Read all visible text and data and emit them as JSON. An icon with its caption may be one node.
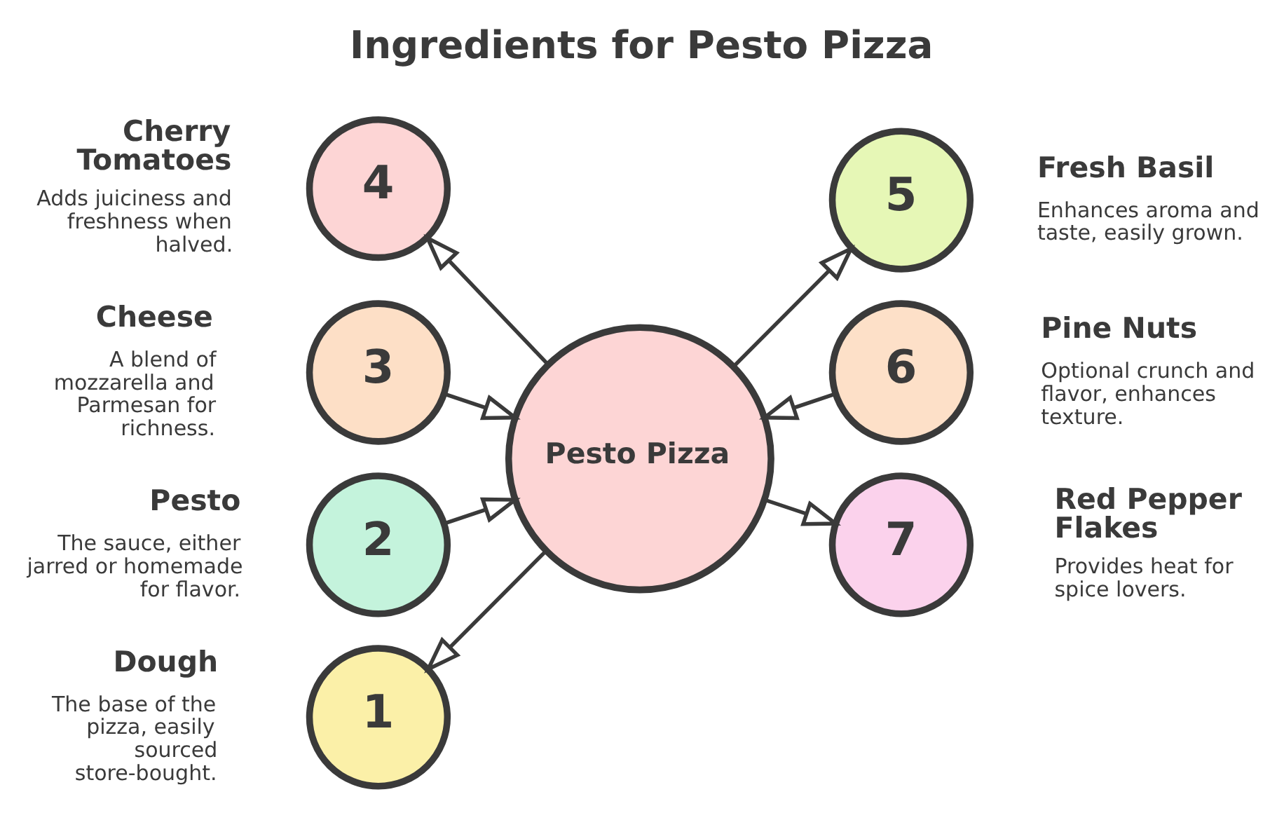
{
  "diagram": {
    "title": "Ingredients for Pesto Pizza",
    "nodes": [
      {
        "text": [
          "Pesto Pizza"
        ]
      },
      {
        "text": [
          "1"
        ],
        "beside": [
          "Dough",
          "The base of the pizza, easily sourced store-bought."
        ]
      },
      {
        "text": [
          "2"
        ],
        "beside": [
          "Pesto",
          "The sauce, either jarred or homemade for flavor."
        ]
      },
      {
        "text": [
          "3"
        ],
        "beside": [
          "Cheese",
          "A blend of mozzarella and Parmesan for richness."
        ]
      },
      {
        "text": [
          "4"
        ],
        "beside": [
          "Cherry Tomatoes",
          "Adds juiciness and freshness when halved."
        ]
      },
      {
        "text": [
          "5"
        ],
        "beside": [
          "Fresh Basil",
          "Enhances aroma and taste, easily grown."
        ]
      },
      {
        "text": [
          "6"
        ],
        "beside": [
          "Pine Nuts",
          "Optional crunch and flavor, enhances texture."
        ]
      },
      {
        "text": [
          "7"
        ],
        "beside": [
          "Red Pepper Flakes",
          "Provides heat for spice lovers."
        ]
      }
    ],
    "edges": [
      {
        "from": 0,
        "to": 1,
        "arrow": "to"
      },
      {
        "from": 2,
        "to": 0,
        "arrow": "to"
      },
      {
        "from": 3,
        "to": 0,
        "arrow": "to"
      },
      {
        "from": 0,
        "to": 4,
        "arrow": "to"
      },
      {
        "from": 0,
        "to": 5,
        "arrow": "to"
      },
      {
        "from": 6,
        "to": 0,
        "arrow": "to"
      },
      {
        "from": 0,
        "to": 7,
        "arrow": "to"
      }
    ]
  }
}
